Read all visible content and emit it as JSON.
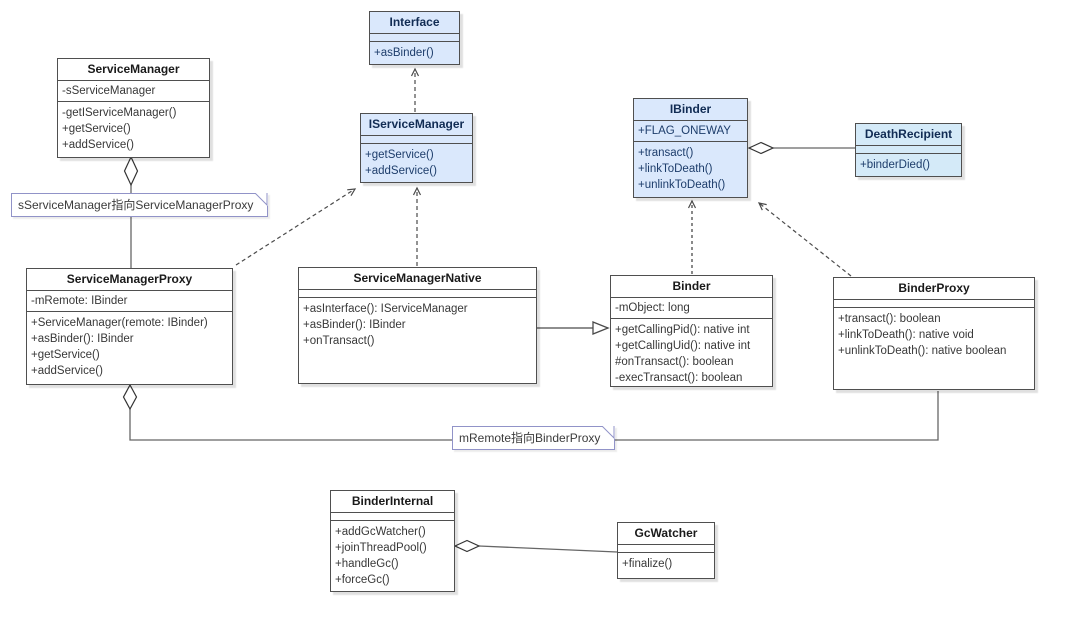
{
  "diagram": {
    "kind": "uml-class-diagram",
    "colors": {
      "interface_fill": "#dae8fc",
      "death_recipient_fill": "#d4eaf8",
      "class_fill": "#ffffff",
      "border": "#4f4f4f",
      "blue_text": "#1d3d6b",
      "note_border": "#9193c8"
    }
  },
  "classes": [
    {
      "name": "ServiceManager",
      "attributes": [
        "-sServiceManager"
      ],
      "methods": [
        "-getIServiceManager()",
        "+getService()",
        "+addService()"
      ]
    },
    {
      "name": "Interface",
      "attributes": [],
      "methods": [
        "+asBinder()"
      ]
    },
    {
      "name": "IServiceManager",
      "attributes": [],
      "methods": [
        "+getService()",
        "+addService()"
      ]
    },
    {
      "name": "IBinder",
      "attributes": [
        "+FLAG_ONEWAY"
      ],
      "methods": [
        "+transact()",
        "+linkToDeath()",
        "+unlinkToDeath()"
      ]
    },
    {
      "name": "DeathRecipient",
      "attributes": [],
      "methods": [
        "+binderDied()"
      ]
    },
    {
      "name": "ServiceManagerProxy",
      "attributes": [
        "-mRemote: IBinder"
      ],
      "methods": [
        "+ServiceManager(remote: IBinder)",
        "+asBinder(): IBinder",
        "+getService()",
        "+addService()"
      ]
    },
    {
      "name": "ServiceManagerNative",
      "attributes": [],
      "methods": [
        "+asInterface(): IServiceManager",
        "+asBinder(): IBinder",
        "+onTransact()"
      ]
    },
    {
      "name": "Binder",
      "attributes": [
        "-mObject: long"
      ],
      "methods": [
        "+getCallingPid(): native int",
        "+getCallingUid(): native int",
        "#onTransact(): boolean",
        "-execTransact(): boolean"
      ]
    },
    {
      "name": "BinderProxy",
      "attributes": [],
      "methods": [
        "+transact(): boolean",
        "+linkToDeath(): native void",
        "+unlinkToDeath(): native boolean"
      ]
    },
    {
      "name": "BinderInternal",
      "attributes": [],
      "methods": [
        "+addGcWatcher()",
        "+joinThreadPool()",
        "+handleGc()",
        "+forceGc()"
      ]
    },
    {
      "name": "GcWatcher",
      "attributes": [],
      "methods": [
        "+finalize()"
      ]
    }
  ],
  "notes": [
    {
      "text": "sServiceManager指向ServiceManagerProxy"
    },
    {
      "text": "mRemote指向BinderProxy"
    }
  ],
  "relationships": [
    {
      "from": "ServiceManager",
      "to": "ServiceManagerProxy",
      "type": "aggregation"
    },
    {
      "from": "IServiceManager",
      "to": "Interface",
      "type": "realization"
    },
    {
      "from": "ServiceManagerProxy",
      "to": "IServiceManager",
      "type": "realization"
    },
    {
      "from": "ServiceManagerNative",
      "to": "IServiceManager",
      "type": "realization"
    },
    {
      "from": "ServiceManagerNative",
      "to": "Binder",
      "type": "generalization"
    },
    {
      "from": "Binder",
      "to": "IBinder",
      "type": "realization"
    },
    {
      "from": "BinderProxy",
      "to": "IBinder",
      "type": "realization"
    },
    {
      "from": "IBinder",
      "to": "DeathRecipient",
      "type": "aggregation"
    },
    {
      "from": "ServiceManagerProxy",
      "to": "BinderProxy",
      "type": "aggregation"
    },
    {
      "from": "BinderInternal",
      "to": "GcWatcher",
      "type": "aggregation"
    }
  ]
}
